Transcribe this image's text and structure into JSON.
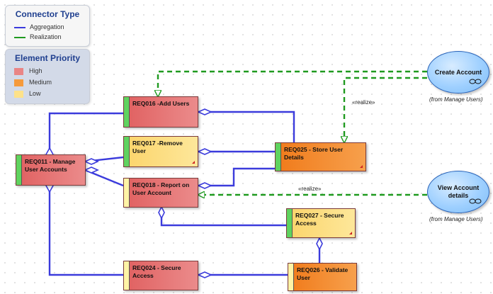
{
  "legend_connector": {
    "title": "Connector Type",
    "items": [
      {
        "label": "Aggregation",
        "color": "#3b3bdc"
      },
      {
        "label": "Realization",
        "color": "#1f9a1f"
      }
    ]
  },
  "legend_priority": {
    "title": "Element Priority",
    "items": [
      {
        "label": "High",
        "color": "#e98585"
      },
      {
        "label": "Medium",
        "color": "#f59a3c"
      },
      {
        "label": "Low",
        "color": "#fde28a"
      }
    ]
  },
  "requirements": {
    "req011": "REQ011 - Manage User Accounts",
    "req016": "REQ016 -Add Users",
    "req017": "REQ017 -Remove User",
    "req018": "REQ018 - Report on User Account",
    "req024": "REQ024 - Secure Access",
    "req025": "REQ025 - Store User Details",
    "req026": "REQ026 - Validate User",
    "req027": "REQ027 - Secure Access"
  },
  "usecases": {
    "create_account": {
      "name": "Create Account",
      "from": "(from Manage Users)"
    },
    "view_account": {
      "name": "View Account details",
      "from": "(from Manage Users)"
    }
  },
  "stereotypes": {
    "realize_top": "«realize»",
    "realize_bottom": "«realize»"
  },
  "colors": {
    "aggregation": "#3b3bdc",
    "realization": "#1f9a1f",
    "high": "#e98585",
    "medium": "#f59a3c",
    "low": "#fde28a",
    "bar_green": "#5fd35f",
    "bar_yellow": "#fff3a6"
  }
}
